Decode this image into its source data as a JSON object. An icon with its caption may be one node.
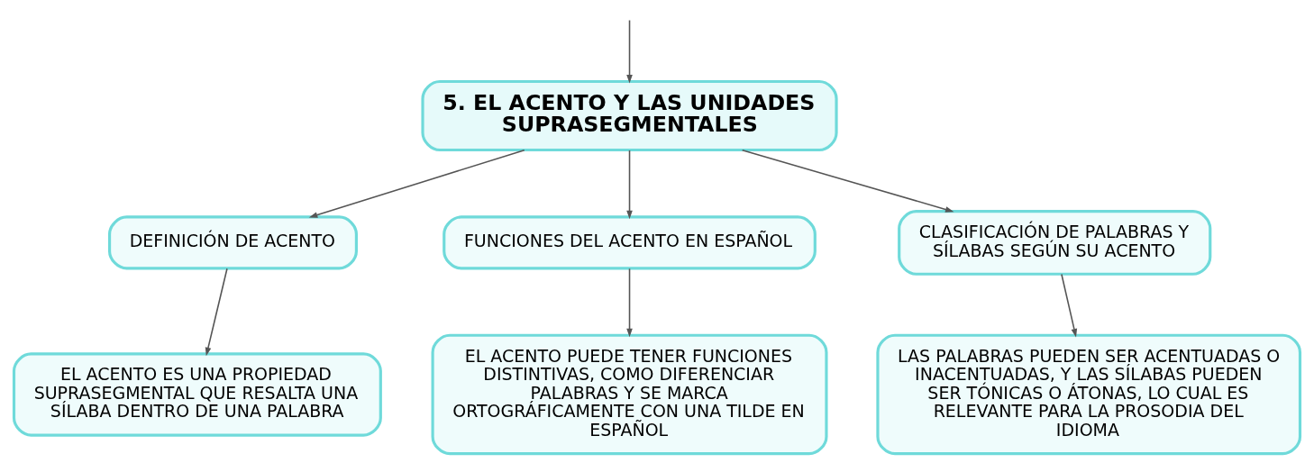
{
  "diagram": {
    "nodes": [
      {
        "text": [
          "5. EL ACENTO Y LAS UNIDADES SUPRASEGMENTALES"
        ]
      },
      {
        "text": [
          "DEFINICIÓN DE ACENTO"
        ]
      },
      {
        "text": [
          "FUNCIONES DEL ACENTO EN ESPAÑOL"
        ]
      },
      {
        "text": [
          "CLASIFICACIÓN DE PALABRAS Y SÍLABAS SEGÚN SU ACENTO"
        ]
      },
      {
        "text": [
          "EL ACENTO ES UNA PROPIEDAD SUPRASEGMENTAL QUE RESALTA UNA SÍLABA DENTRO DE UNA PALABRA"
        ]
      },
      {
        "text": [
          "EL ACENTO PUEDE TENER FUNCIONES DISTINTIVAS, COMO DIFERENCIAR PALABRAS Y SE MARCA ORTOGRÁFICAMENTE CON UNA TILDE EN ESPAÑOL"
        ]
      },
      {
        "text": [
          "LAS PALABRAS PUEDEN SER ACENTUADAS O INACENTUADAS, Y LAS SÍLABAS PUEDEN SER TÓNICAS O ÁTONAS, LO CUAL ES RELEVANTE PARA LA PROSODIA DEL IDIOMA"
        ]
      }
    ],
    "edges": [
      {
        "from": null,
        "to": 0,
        "arrow": "to"
      },
      {
        "from": 0,
        "to": 1,
        "arrow": "to"
      },
      {
        "from": 0,
        "to": 2,
        "arrow": "to"
      },
      {
        "from": 0,
        "to": 3,
        "arrow": "to"
      },
      {
        "from": 1,
        "to": 4,
        "arrow": "to"
      },
      {
        "from": 2,
        "to": 5,
        "arrow": "to"
      },
      {
        "from": 3,
        "to": 6,
        "arrow": "to"
      }
    ]
  }
}
